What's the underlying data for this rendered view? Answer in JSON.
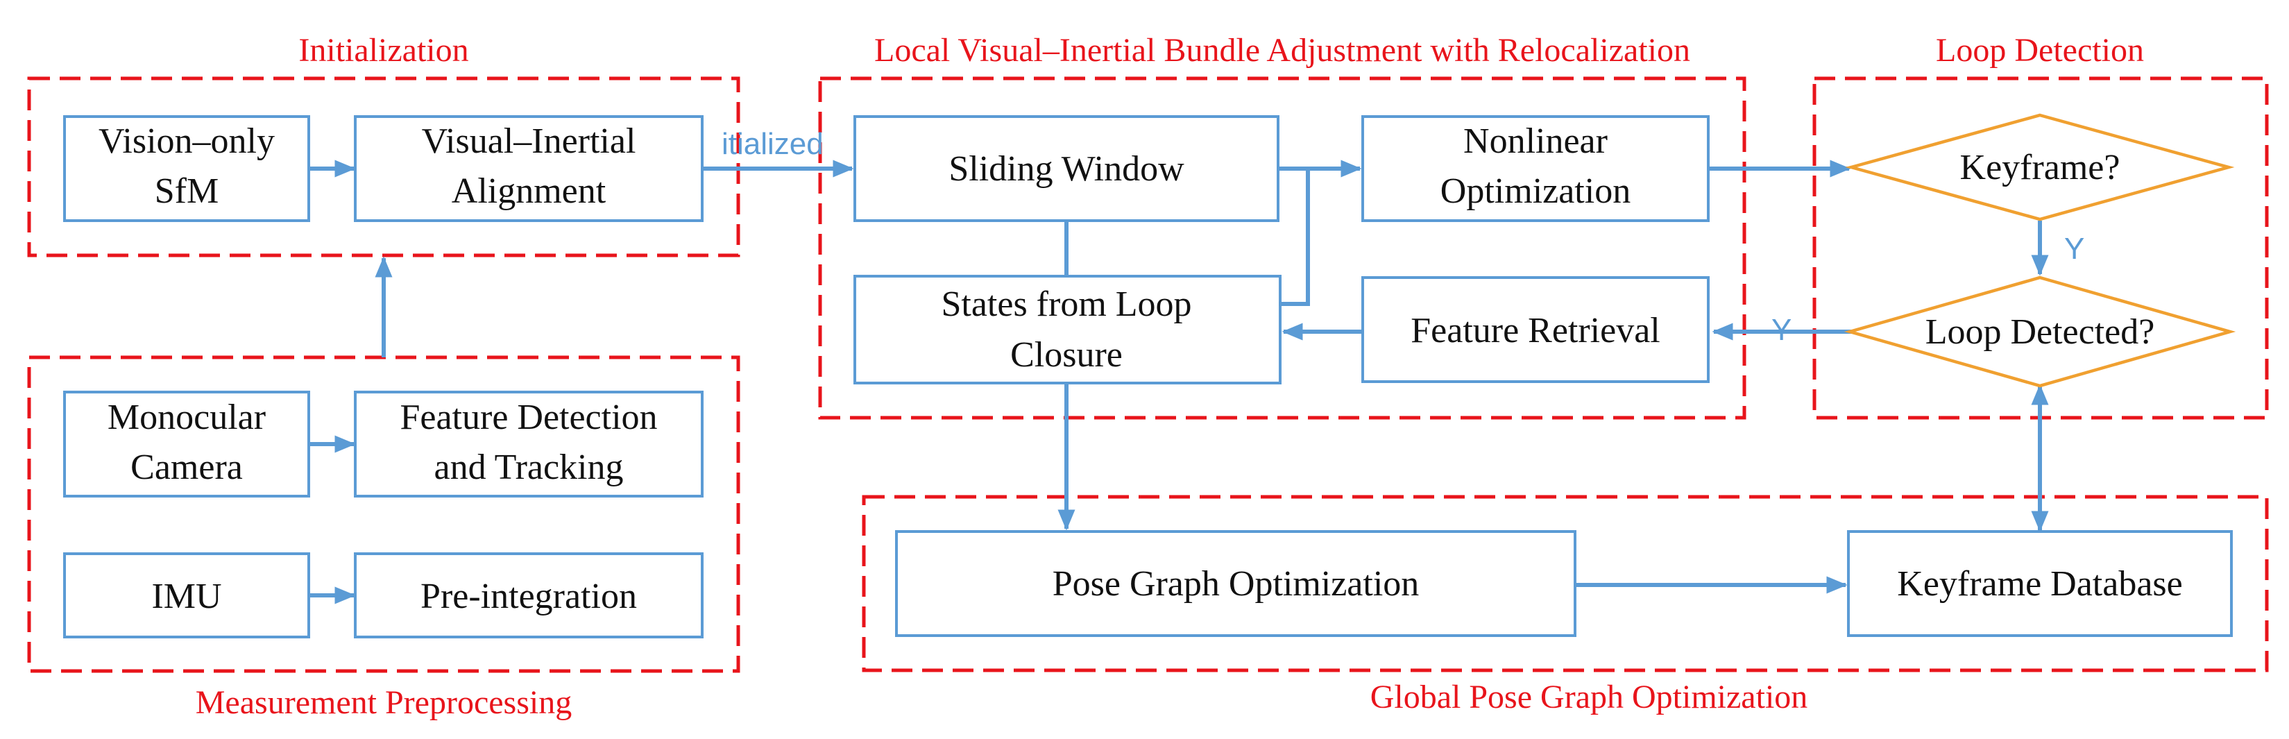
{
  "groups": {
    "initialization": "Initialization",
    "local_ba": "Local Visual–Inertial Bundle Adjustment with Relocalization",
    "loop_detection": "Loop Detection",
    "measurement": "Measurement Preprocessing",
    "global_pose": "Global Pose Graph Optimization"
  },
  "nodes": {
    "vision_sfm": [
      "Vision–only",
      "SfM"
    ],
    "vi_alignment": [
      "Visual–Inertial",
      "Alignment"
    ],
    "sliding_window": [
      "Sliding Window"
    ],
    "nonlinear_opt": [
      "Nonlinear",
      "Optimization"
    ],
    "states_loop": [
      "States from Loop",
      "Closure"
    ],
    "feature_retrieval": [
      "Feature Retrieval"
    ],
    "keyframe_q": [
      "Keyframe?"
    ],
    "loop_detected_q": [
      "Loop Detected?"
    ],
    "mono_camera": [
      "Monocular",
      "Camera"
    ],
    "feature_tracking": [
      "Feature Detection",
      "and Tracking"
    ],
    "imu": [
      "IMU"
    ],
    "preintegration": [
      "Pre-integration"
    ],
    "pose_graph_opt": [
      "Pose Graph Optimization"
    ],
    "keyframe_db": [
      "Keyframe Database"
    ]
  },
  "edge_labels": {
    "initialized": "itialized",
    "yes_keyframe": "Y",
    "yes_loop": "Y"
  },
  "colors": {
    "group_border": "#e8141b",
    "node_border": "#5b9bd5",
    "decision_border": "#f0a030",
    "arrow": "#5b9bd5"
  }
}
